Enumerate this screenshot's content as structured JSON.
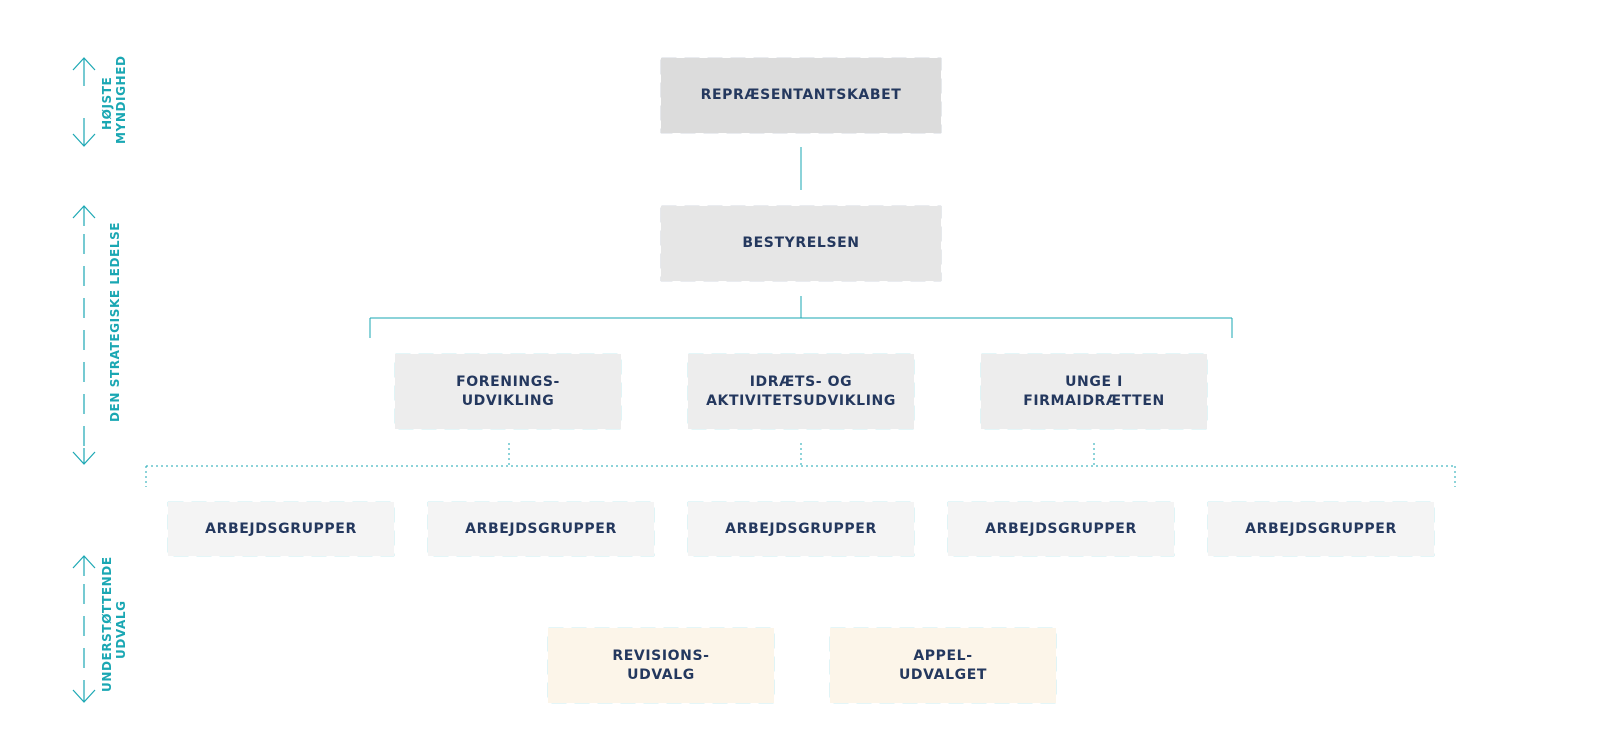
{
  "colors": {
    "accent": "#1aa7b3",
    "text": "#24385e",
    "box_border_dark": "#5c6b82",
    "box_border_teal": "#2fb8c4"
  },
  "side_labels": {
    "highest_authority": [
      "HØJSTE",
      "MYNDIGHED"
    ],
    "strategic_management": "DEN STRATEGISKE LEDELSE",
    "supporting_committees": [
      "UNDERSTØTTENDE",
      "UDVALG"
    ]
  },
  "boxes": {
    "representantskabet": "REPRÆSENTANTSKABET",
    "bestyrelsen": "BESTYRELSEN",
    "committees": [
      [
        "FORENINGS-",
        "UDVIKLING"
      ],
      [
        "IDRÆTS- OG",
        "AKTIVITETSUDVIKLING"
      ],
      [
        "UNGE I",
        "FIRMAIDRÆTTEN"
      ]
    ],
    "working_groups": [
      "ARBEJDSGRUPPER",
      "ARBEJDSGRUPPER",
      "ARBEJDSGRUPPER",
      "ARBEJDSGRUPPER",
      "ARBEJDSGRUPPER"
    ],
    "supporting": [
      [
        "REVISIONS-",
        "UDVALG"
      ],
      [
        "APPEL-",
        "UDVALGET"
      ]
    ]
  }
}
